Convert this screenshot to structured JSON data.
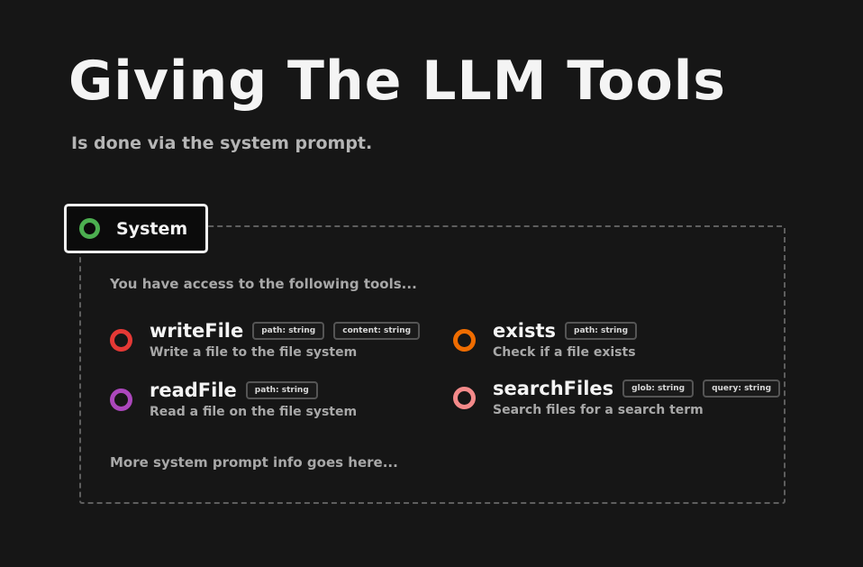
{
  "title": "Giving The LLM Tools",
  "subtitle": "Is done via the system prompt.",
  "system": {
    "label": "System",
    "indicator_color": "#4caf50"
  },
  "intro": "You have access to the following tools...",
  "outro": "More system prompt info goes here...",
  "tools": [
    {
      "name": "writeFile",
      "params": [
        "path: string",
        "content: string"
      ],
      "description": "Write a file to the file system",
      "color": "#e53935"
    },
    {
      "name": "readFile",
      "params": [
        "path: string"
      ],
      "description": "Read a file on the file system",
      "color": "#ab47bc"
    },
    {
      "name": "exists",
      "params": [
        "path: string"
      ],
      "description": "Check if a file exists",
      "color": "#ef6c00"
    },
    {
      "name": "searchFiles",
      "params": [
        "glob: string",
        "query: string"
      ],
      "description": "Search files for a search term",
      "color": "#f48a8a"
    }
  ]
}
